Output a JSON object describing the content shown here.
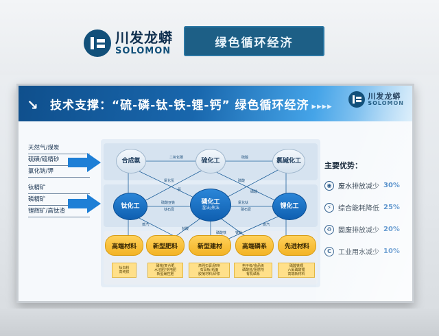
{
  "wall": {
    "logo_cn": "川发龙蟒",
    "logo_en": "SOLOMON",
    "sign": "绿色循环经济"
  },
  "screen": {
    "title_prefix": "技术支撑：",
    "title_quote": "“硫-磷-钛-铁-锂-钙”",
    "title_suffix": " 绿色循环经济",
    "title_chevrons": "▸▸▸▸",
    "logo_cn": "川发龙蟒",
    "logo_en": "SOLOMON",
    "inputs_group1": [
      "天然气/煤炭",
      "硫磺/硫精砂",
      "氯化钠/钾"
    ],
    "inputs_group2": [
      "钛精矿",
      "磷精矿",
      "锂辉矿/高钛渣"
    ],
    "nodes": {
      "top": [
        "合成氨",
        "硫化工",
        "氯碱化工"
      ],
      "middle_left": "钛化工",
      "middle_center": "磷化工",
      "middle_center_sub": "湿法/热法",
      "middle_right": "锂化工"
    },
    "link_labels": [
      "二氧化碳",
      "硫酸",
      "氯化氢",
      "氨",
      "硫酸",
      "磷酸",
      "硫酸亚铁",
      "钛石膏",
      "氯化钛",
      "磷石膏",
      "蒸汽",
      "蒸汽",
      "磷酸铁",
      "盐酸",
      "铁粉"
    ],
    "products": [
      "高端材料",
      "新型肥料",
      "新型建材",
      "高端磷系",
      "先进材料"
    ],
    "uses": [
      "钛白粉\n高纯铁",
      "磷铵/复合肥\n水溶肥/专用肥\n新型缓控肥",
      "高强石膏/砌块\n石膏板/纸面\n胶凝材料/砂浆",
      "电子级/食品级\n磷酸盐/阻燃剂\n有机磷系",
      "磷酸铁锂\n六氟磷酸锂\n高端新材料"
    ],
    "advantages_title": "主要优势：",
    "advantages": [
      {
        "label": "废水排放减少",
        "value": "30%",
        "icon": "water-drop-icon",
        "glyph": "◉"
      },
      {
        "label": "综合能耗降低",
        "value": "25%",
        "icon": "energy-pin-icon",
        "glyph": "⚡"
      },
      {
        "label": "固废排放减少",
        "value": "20%",
        "icon": "recycle-icon",
        "glyph": "♻"
      },
      {
        "label": "工业用水减少",
        "value": "10%",
        "icon": "water-c-icon",
        "glyph": "C"
      }
    ]
  },
  "colors": {
    "header_blue": "#1967ad",
    "node_blue": "#0f5fb0",
    "product_yellow": "#f3b325",
    "wall_sign": "#1d5f86",
    "accent_value": "#1767b8"
  }
}
